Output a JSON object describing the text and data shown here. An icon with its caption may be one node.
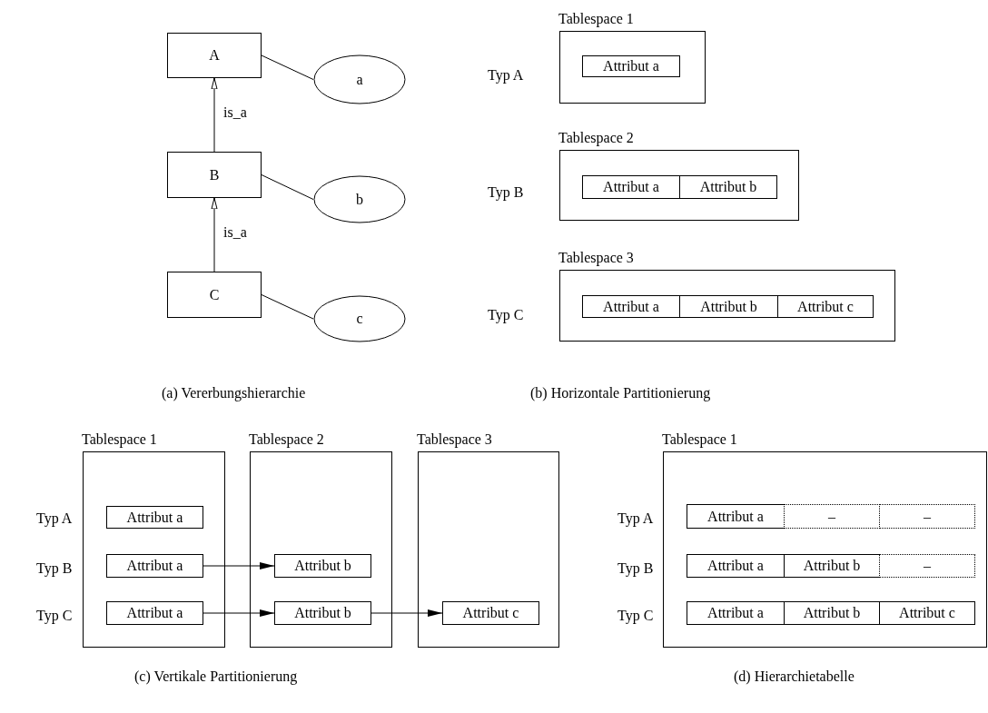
{
  "diagram": {
    "nodes": [
      {
        "text": [
          "A"
        ]
      },
      {
        "text": [
          "a"
        ]
      },
      {
        "text": [
          "B"
        ]
      },
      {
        "text": [
          "b"
        ]
      },
      {
        "text": [
          "C"
        ]
      },
      {
        "text": [
          "c"
        ]
      },
      {
        "text": [
          "Tablespace 1"
        ]
      },
      {
        "text": [
          "Attribut a"
        ],
        "in": 6
      },
      {
        "text": [
          "Tablespace 2"
        ]
      },
      {
        "text": [
          "Attribut a"
        ],
        "in": 8
      },
      {
        "text": [
          "Attribut b"
        ],
        "in": 8
      },
      {
        "text": [
          "Tablespace 3"
        ]
      },
      {
        "text": [
          "Attribut a"
        ],
        "in": 11
      },
      {
        "text": [
          "Attribut b"
        ],
        "in": 11
      },
      {
        "text": [
          "Attribut c"
        ],
        "in": 11
      },
      {
        "text": [
          "Tablespace 1"
        ]
      },
      {
        "text": [
          "Attribut a"
        ],
        "in": 15
      },
      {
        "text": [
          "Attribut a"
        ],
        "in": 15
      },
      {
        "text": [
          "Attribut a"
        ],
        "in": 15
      },
      {
        "text": [
          "Tablespace 2"
        ]
      },
      {
        "text": [
          "Attribut b"
        ],
        "in": 19
      },
      {
        "text": [
          "Attribut b"
        ],
        "in": 19
      },
      {
        "text": [
          "Tablespace 3"
        ]
      },
      {
        "text": [
          "Attribut c"
        ],
        "in": 22
      },
      {
        "text": [
          "Tablespace 1"
        ]
      },
      {
        "text": [
          "Attribut a"
        ],
        "in": 24
      },
      {
        "text": [
          "–"
        ],
        "in": 24
      },
      {
        "text": [
          "–"
        ],
        "in": 24
      },
      {
        "text": [
          "Attribut a"
        ],
        "in": 24
      },
      {
        "text": [
          "Attribut b"
        ],
        "in": 24
      },
      {
        "text": [
          "–"
        ],
        "in": 24
      },
      {
        "text": [
          "Attribut a"
        ],
        "in": 24
      },
      {
        "text": [
          "Attribut b"
        ],
        "in": 24
      },
      {
        "text": [
          "Attribut c"
        ],
        "in": 24
      }
    ],
    "edges": [
      {
        "from": 2,
        "to": 0,
        "arrow": "to",
        "label": "is_a"
      },
      {
        "from": 0,
        "to": 1,
        "arrow": "none"
      },
      {
        "from": 4,
        "to": 2,
        "arrow": "to",
        "label": "is_a"
      },
      {
        "from": 2,
        "to": 3,
        "arrow": "none"
      },
      {
        "from": 4,
        "to": 5,
        "arrow": "none"
      },
      {
        "from": 17,
        "to": 20,
        "arrow": "to"
      },
      {
        "from": 18,
        "to": 21,
        "arrow": "to"
      },
      {
        "from": 21,
        "to": 23,
        "arrow": "to"
      }
    ],
    "labels": [
      "Typ A",
      "Typ B",
      "Typ C",
      "(a) Vererbungshierarchie",
      "(b) Horizontale Partitionierung",
      "Typ A",
      "Typ B",
      "Typ C",
      "Typ A",
      "Typ B",
      "Typ C",
      "(c) Vertikale Partitionierung",
      "(d) Hierarchietabelle"
    ]
  }
}
